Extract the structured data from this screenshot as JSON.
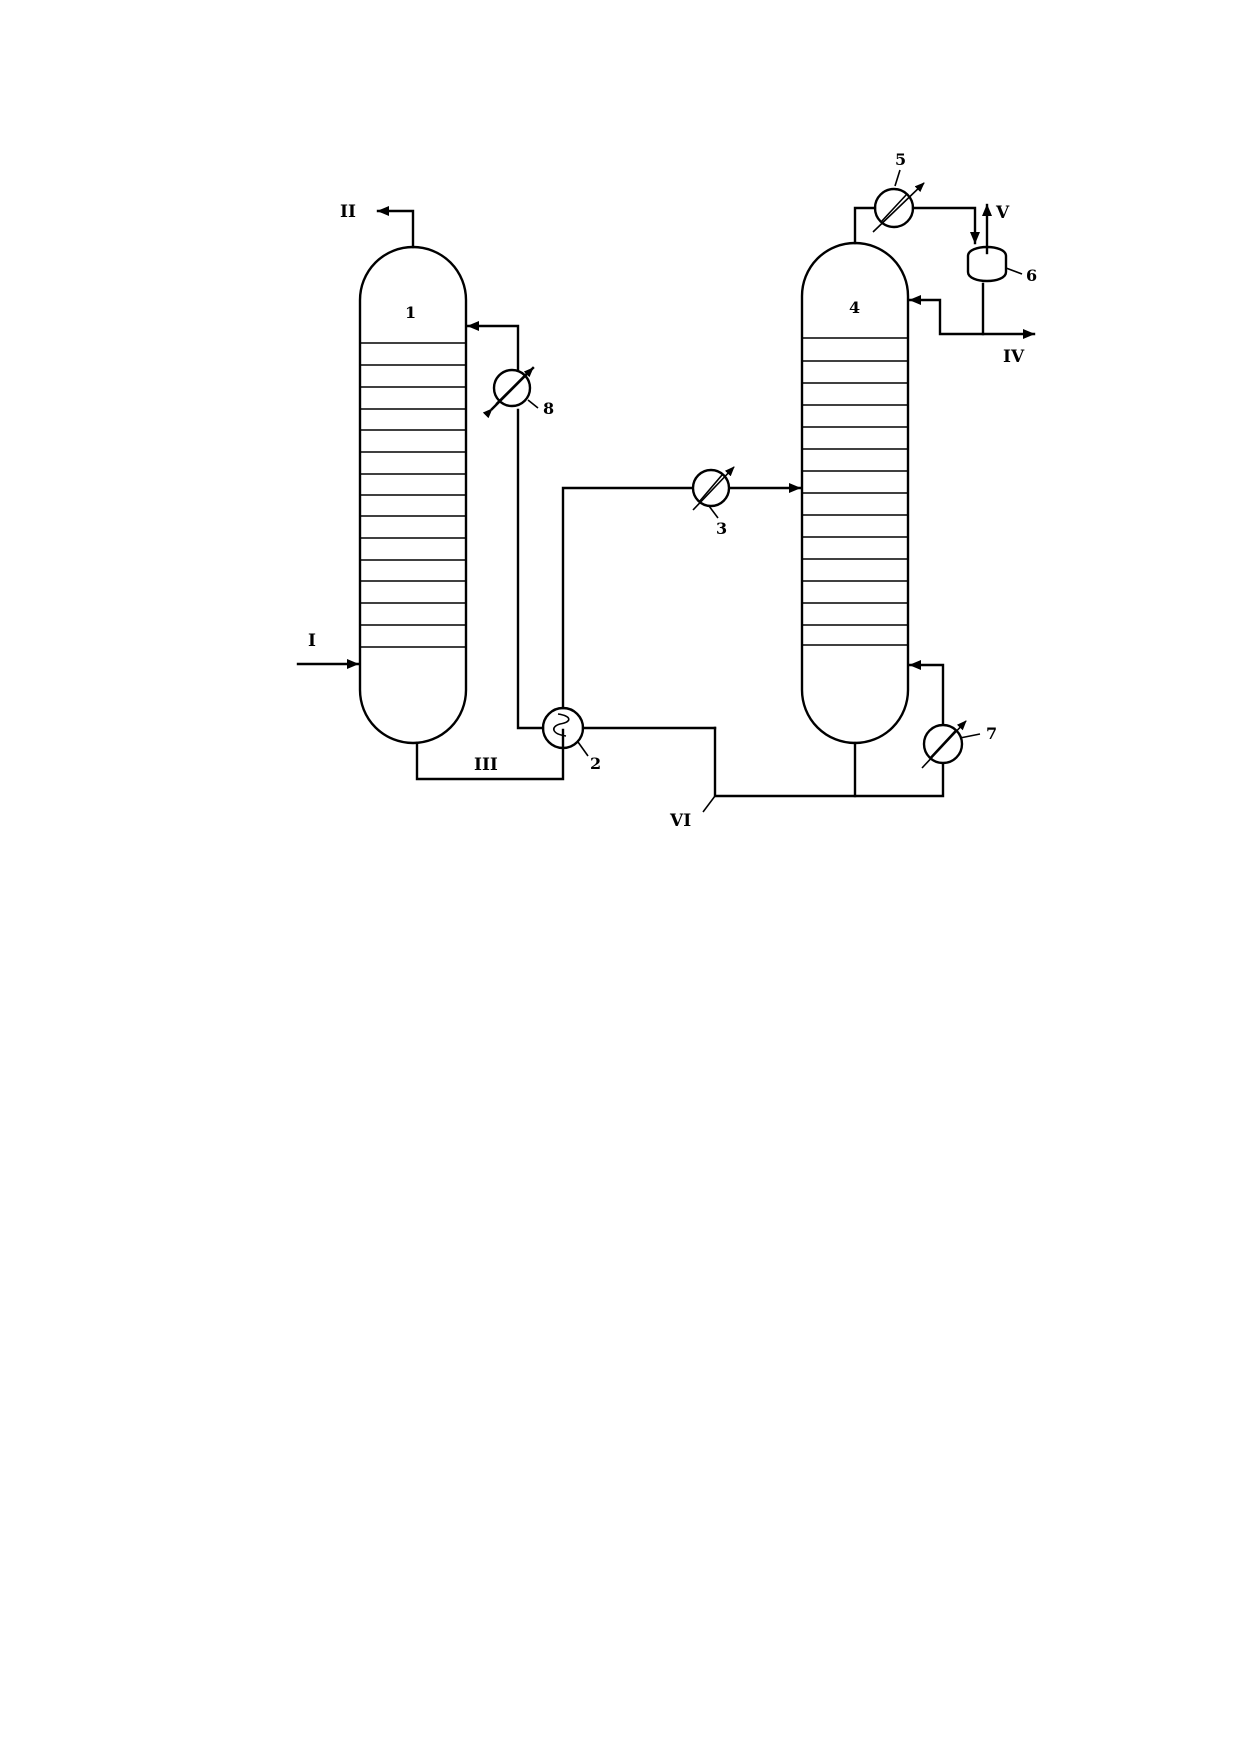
{
  "equipment": {
    "column_1": "1",
    "heat_exchanger_2": "2",
    "heater_3": "3",
    "column_4": "4",
    "condenser_5": "5",
    "drum_6": "6",
    "reboiler_7": "7",
    "cooler_8": "8"
  },
  "streams": {
    "feed": "I",
    "top_product_col1": "II",
    "bottoms_col1": "III",
    "product_iv": "IV",
    "vent_v": "V",
    "bottoms_vi": "VI"
  },
  "colors": {
    "line": "#000000",
    "background": "#ffffff"
  }
}
